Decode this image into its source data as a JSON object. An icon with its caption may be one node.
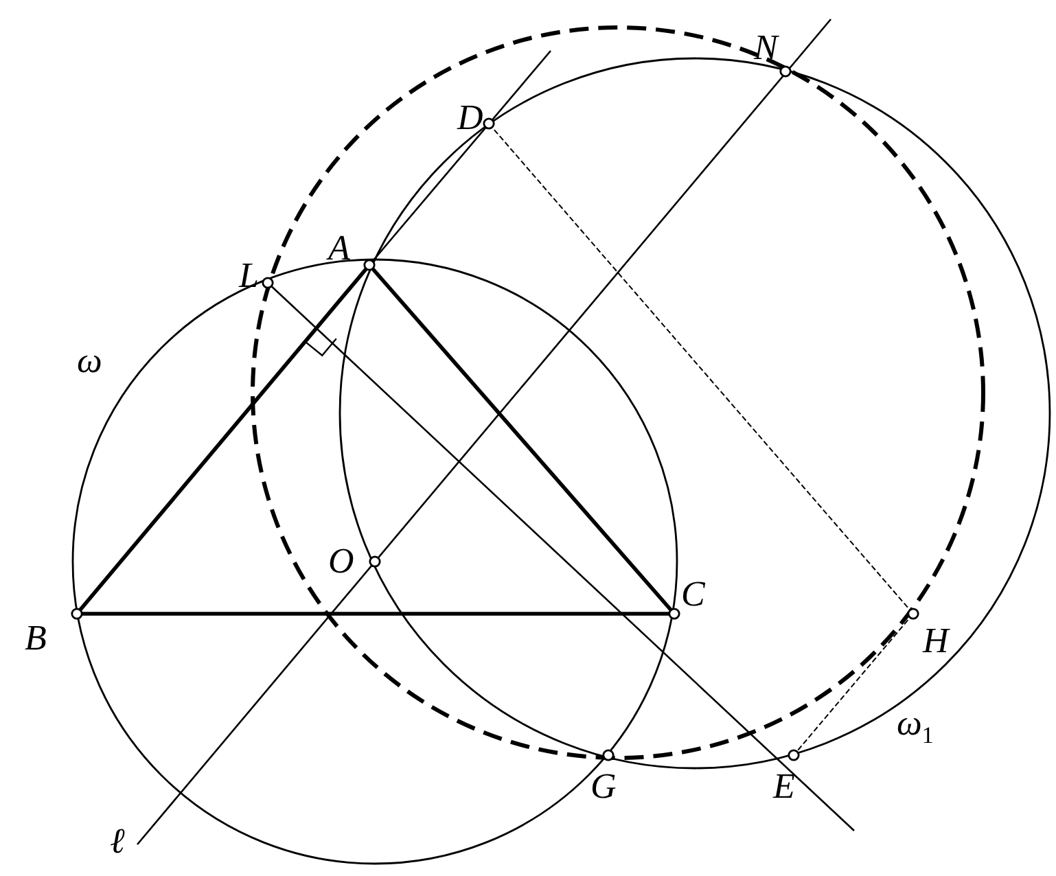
{
  "diagram": {
    "labels": [
      "D",
      "N",
      "L",
      "A",
      "ω",
      "O",
      "C",
      "B",
      "H",
      "ω$_{1}$",
      "G",
      "E",
      "ℓ"
    ]
  }
}
